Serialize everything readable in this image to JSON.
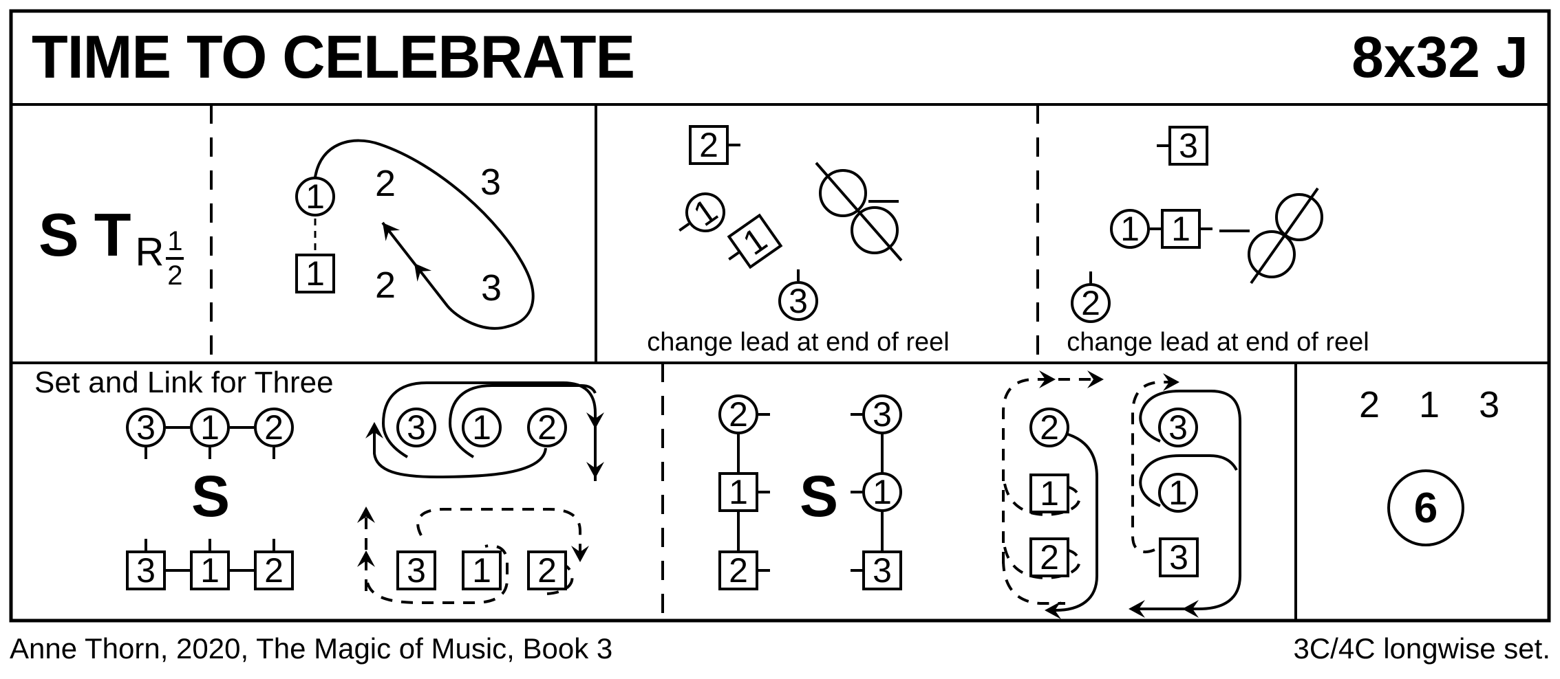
{
  "title": "TIME TO CELEBRATE",
  "repeats": "8x32 J",
  "footer": {
    "credit": "Anne Thorn, 2020, The Magic of Music, Book 3",
    "set_type": "3C/4C longwise set."
  },
  "cell_st": {
    "set": "S",
    "turn": "T",
    "hand": "R",
    "fraction_numerator": "1",
    "fraction_denominator": "2",
    "woman_1": "1",
    "man_1": "1",
    "top_2": "2",
    "top_3": "3",
    "bottom_2": "2",
    "bottom_3": "3"
  },
  "cell_reel_1": {
    "man_2": "2",
    "woman_1": "1",
    "man_1": "1",
    "woman_3": "3",
    "caption": "change lead at end of reel"
  },
  "cell_reel_2": {
    "man_3": "3",
    "woman_1": "1",
    "man_1": "1",
    "woman_2": "2",
    "caption": "change lead at end of reel"
  },
  "cell_set_link": {
    "heading": "Set and Link for Three",
    "women": [
      "3",
      "1",
      "2"
    ],
    "set": "S",
    "men": [
      "3",
      "1",
      "2"
    ],
    "path_women": [
      "3",
      "1",
      "2"
    ],
    "path_men": [
      "3",
      "1",
      "2"
    ]
  },
  "cell_set_columns": {
    "left_col": [
      "2",
      "1",
      "2"
    ],
    "set": "S",
    "right_col": [
      "3",
      "1",
      "3"
    ],
    "path_left": [
      "2",
      "1",
      "2"
    ],
    "path_right": [
      "3",
      "1",
      "3"
    ]
  },
  "cell_finish": {
    "order": "2 1 3",
    "circle": "6"
  }
}
